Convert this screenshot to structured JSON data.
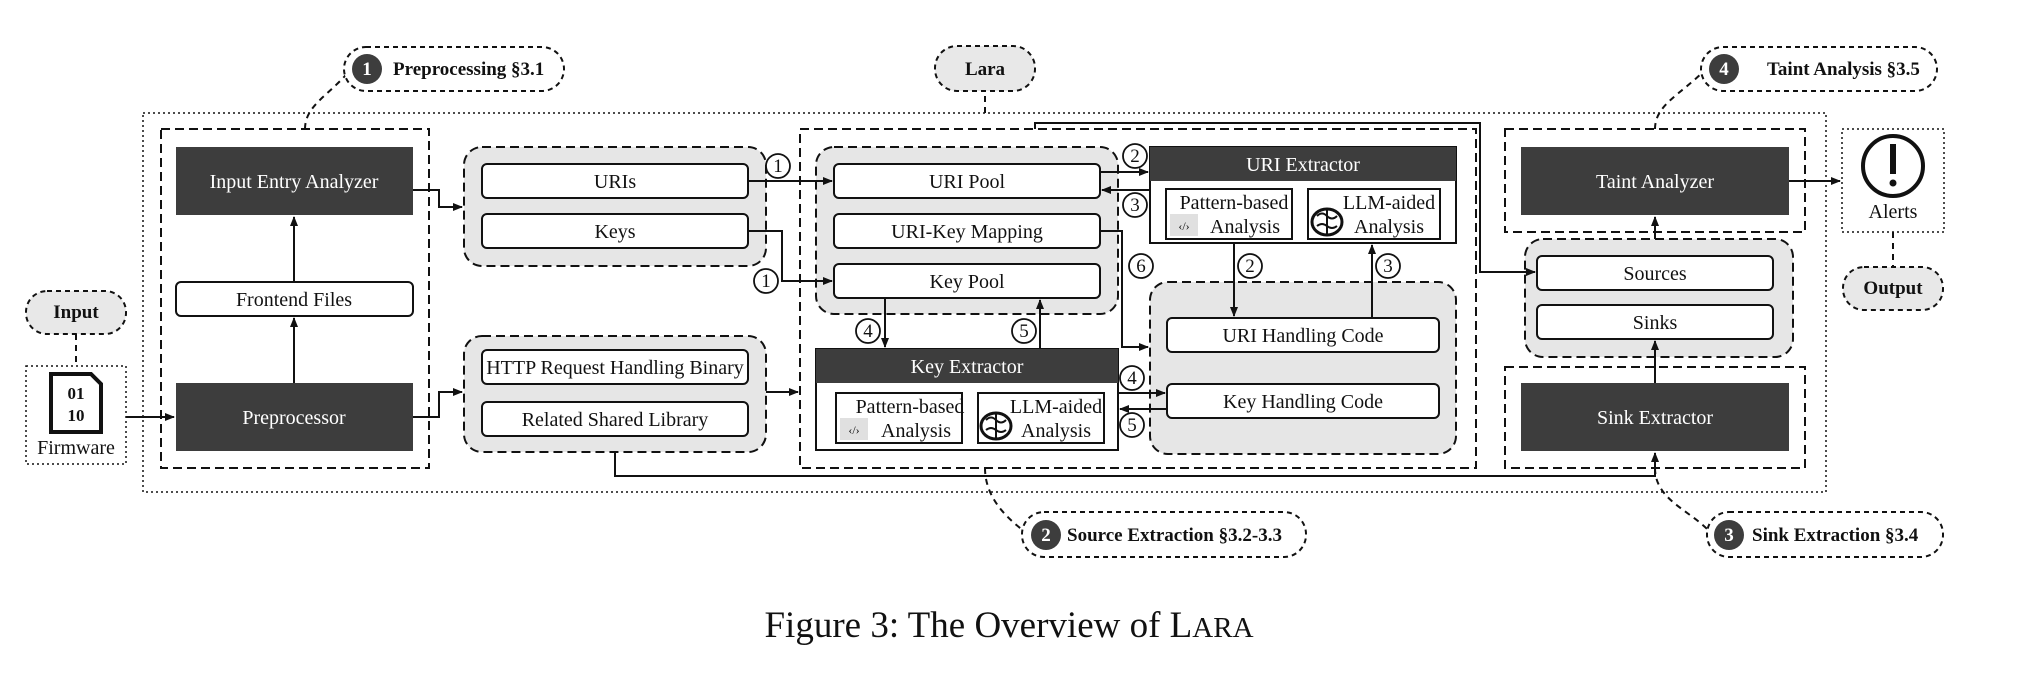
{
  "stages": {
    "preprocessing": {
      "number": "1",
      "label": "Preprocessing §3.1"
    },
    "source_extraction": {
      "number": "2",
      "label": "Source Extraction  §3.2-3.3"
    },
    "sink_extraction": {
      "number": "3",
      "label": "Sink Extraction  §3.4"
    },
    "taint_analysis": {
      "number": "4",
      "label": "Taint Analysis  §3.5"
    }
  },
  "tags": {
    "lara": "Lara",
    "input": "Input",
    "output": "Output"
  },
  "nodes": {
    "firmware": "Firmware",
    "firmware_icon_text": [
      "01",
      "10"
    ],
    "input_entry_analyzer": "Input Entry Analyzer",
    "frontend_files": "Frontend Files",
    "preprocessor": "Preprocessor",
    "uris": "URIs",
    "keys": "Keys",
    "http_request_handling_binary": "HTTP Request Handling Binary",
    "related_shared_library": "Related Shared Library",
    "uri_pool": "URI Pool",
    "uri_key_mapping": "URI-Key Mapping",
    "key_pool": "Key Pool",
    "key_extractor": "Key Extractor",
    "uri_extractor": "URI Extractor",
    "pattern_based": [
      "Pattern-based",
      "Analysis"
    ],
    "llm_aided": [
      "LLM-aided",
      "Analysis"
    ],
    "uri_handling_code": "URI Handling Code",
    "key_handling_code": "Key Handling Code",
    "taint_analyzer": "Taint Analyzer",
    "sources": "Sources",
    "sinks": "Sinks",
    "sink_extractor": "Sink Extractor",
    "alerts": "Alerts"
  },
  "step_markers": {
    "uris_to_pool": "1",
    "keys_to_pool": "1",
    "pool_to_uri_extractor": "2",
    "uri_extractor_to_pool": "3",
    "mapping_to_code": "6",
    "extractor_to_handling": "2",
    "handling_to_extractor": "3",
    "pool_to_key_extractor": "4",
    "key_extractor_to_pool": "5",
    "key_code_in": "4",
    "key_code_out": "5"
  },
  "caption": {
    "prefix": "Figure 3: The Overview of ",
    "name_initial": "L",
    "name_rest": "ARA"
  }
}
